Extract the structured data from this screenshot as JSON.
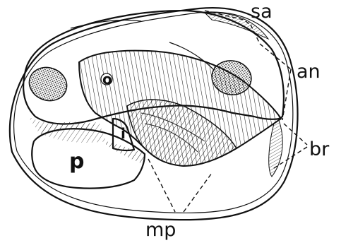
{
  "labels": {
    "sa": "sa",
    "an": "an",
    "br": "br",
    "mp": "mp",
    "p": "p",
    "i": "i",
    "o": "o"
  }
}
